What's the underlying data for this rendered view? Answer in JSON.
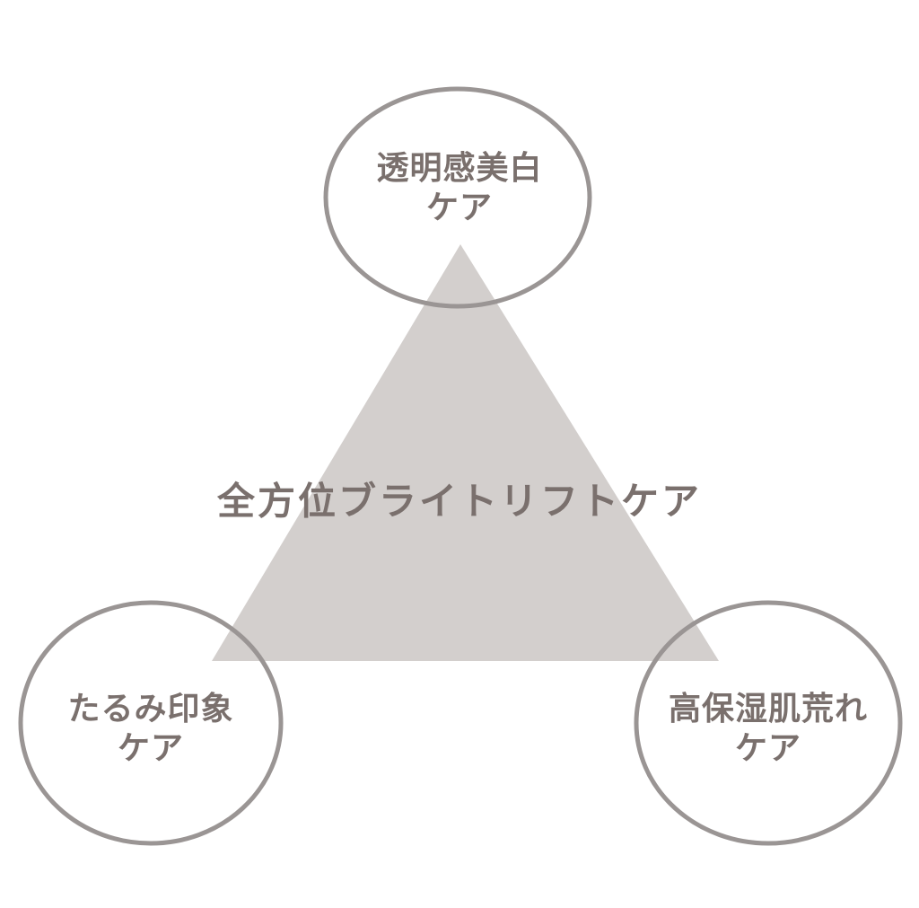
{
  "diagram": {
    "center": {
      "label": "全方位ブライトリフトケア"
    },
    "nodes": [
      {
        "id": "top",
        "line1": "透明感美白",
        "line2": "ケア"
      },
      {
        "id": "left",
        "line1": "たるみ印象",
        "line2": "ケア"
      },
      {
        "id": "right",
        "line1": "高保湿肌荒れ",
        "line2": "ケア"
      }
    ],
    "colors": {
      "triangle_fill": "#d3cfcd",
      "circle_stroke": "#9a9594",
      "text": "#7a706d",
      "background": "#ffffff"
    }
  }
}
